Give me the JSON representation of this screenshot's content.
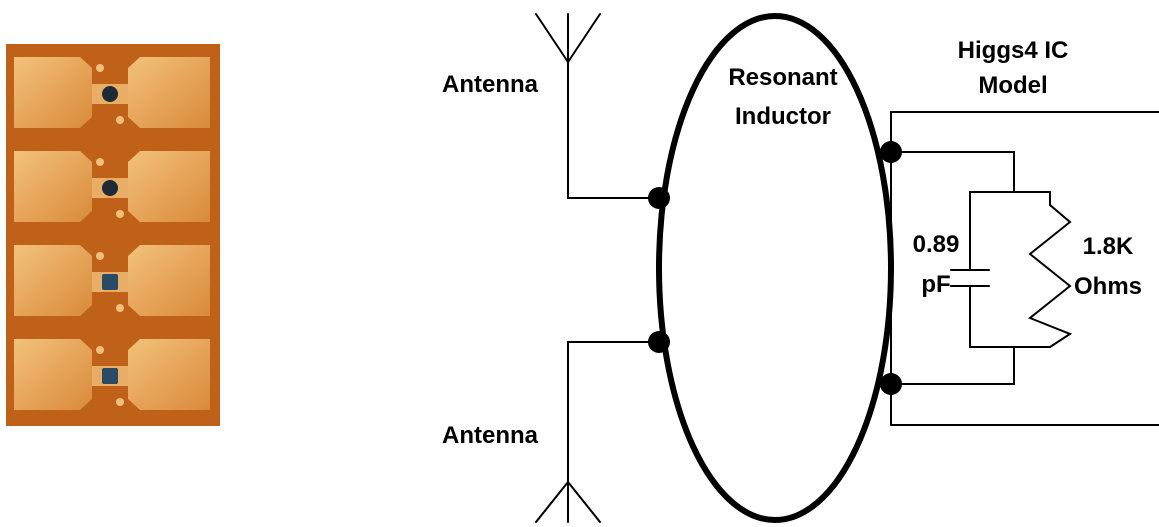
{
  "labels": {
    "antenna_top": "Antenna",
    "antenna_bottom": "Antenna",
    "inductor_line1": "Resonant",
    "inductor_line2": "Inductor",
    "ic_title_line1": "Higgs4 IC",
    "ic_title_line2": "Model",
    "capacitor_value": "0.89",
    "capacitor_unit": "pF",
    "resistor_value": "1.8K",
    "resistor_unit": "Ohms"
  },
  "colors": {
    "substrate": "#c0611a",
    "pad_copper": "#e6a55a",
    "chip": "#1f2a36",
    "wire": "#000000"
  }
}
